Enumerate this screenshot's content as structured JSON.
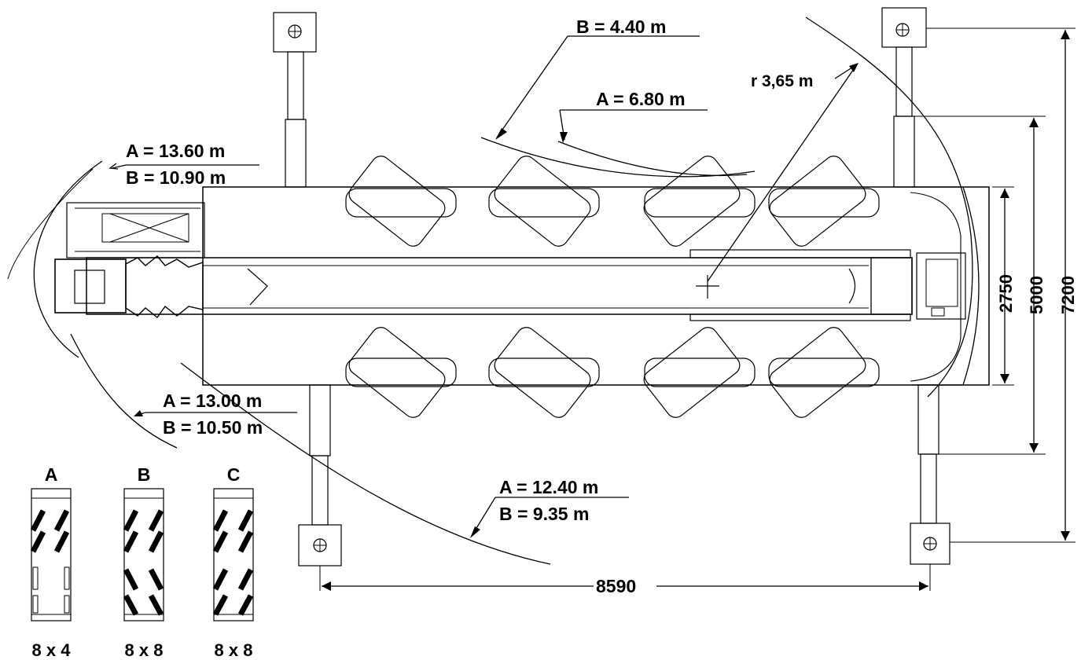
{
  "turning_radii": {
    "front_outer_a": "A = 13.60 m",
    "front_outer_b": "B = 10.90 m",
    "rear_a": "A = 13.00 m",
    "rear_b": "B = 10.50 m",
    "mid_a": "A = 12.40 m",
    "mid_b": "B = 9.35 m",
    "inner_a": "A = 6.80 m",
    "inner_b": "B = 4.40 m",
    "tail_radius": "r 3,65 m"
  },
  "dimensions": {
    "track_width": "2750",
    "outrigger_mid": "5000",
    "outrigger_full": "7200",
    "outrigger_length": "8590"
  },
  "steering_modes": [
    {
      "letter": "A",
      "drive": "8 x 4"
    },
    {
      "letter": "B",
      "drive": "8 x 8"
    },
    {
      "letter": "C",
      "drive": "8 x 8"
    }
  ]
}
